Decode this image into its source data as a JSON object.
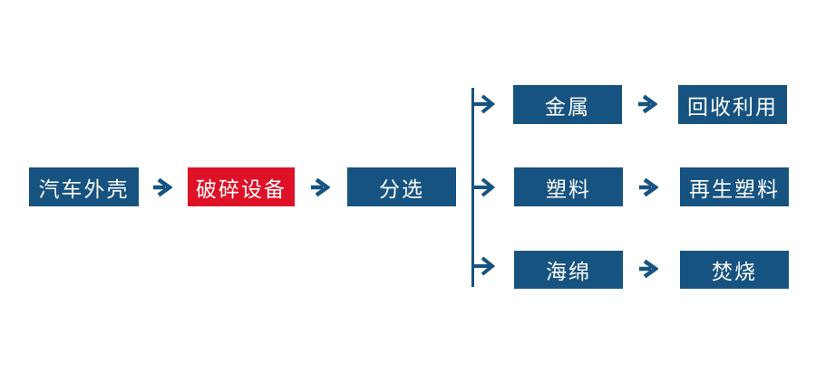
{
  "colors": {
    "node_blue": "#175380",
    "node_red": "#de1126",
    "connector": "#175380",
    "text": "#ffffff",
    "background": "#ffffff"
  },
  "flowchart": {
    "main": [
      {
        "label": "汽车外壳",
        "color": "#175380"
      },
      {
        "label": "破碎设备",
        "color": "#de1126"
      },
      {
        "label": "分选",
        "color": "#175380"
      }
    ],
    "branches": [
      {
        "material": "金属",
        "outcome": "回收利用",
        "color": "#175380"
      },
      {
        "material": "塑料",
        "outcome": "再生塑料",
        "color": "#175380"
      },
      {
        "material": "海绵",
        "outcome": "焚烧",
        "color": "#175380"
      }
    ]
  }
}
